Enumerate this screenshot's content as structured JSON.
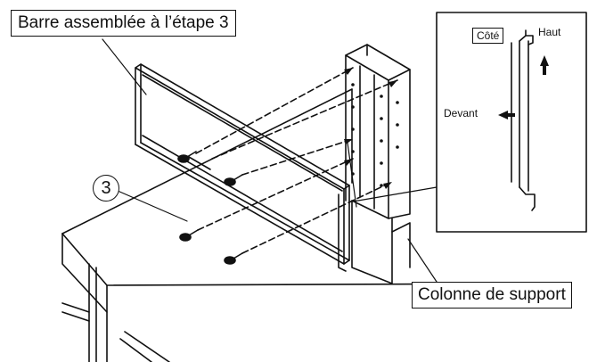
{
  "figure": {
    "callout_bar": "Barre assemblée à l’étape 3",
    "callout_column": "Colonne de support",
    "step_number": "3"
  },
  "inset": {
    "side_label": "Côté",
    "up_label": "Haut",
    "front_label": "Devant"
  },
  "colors": {
    "line": "#111111",
    "background": "#ffffff"
  }
}
